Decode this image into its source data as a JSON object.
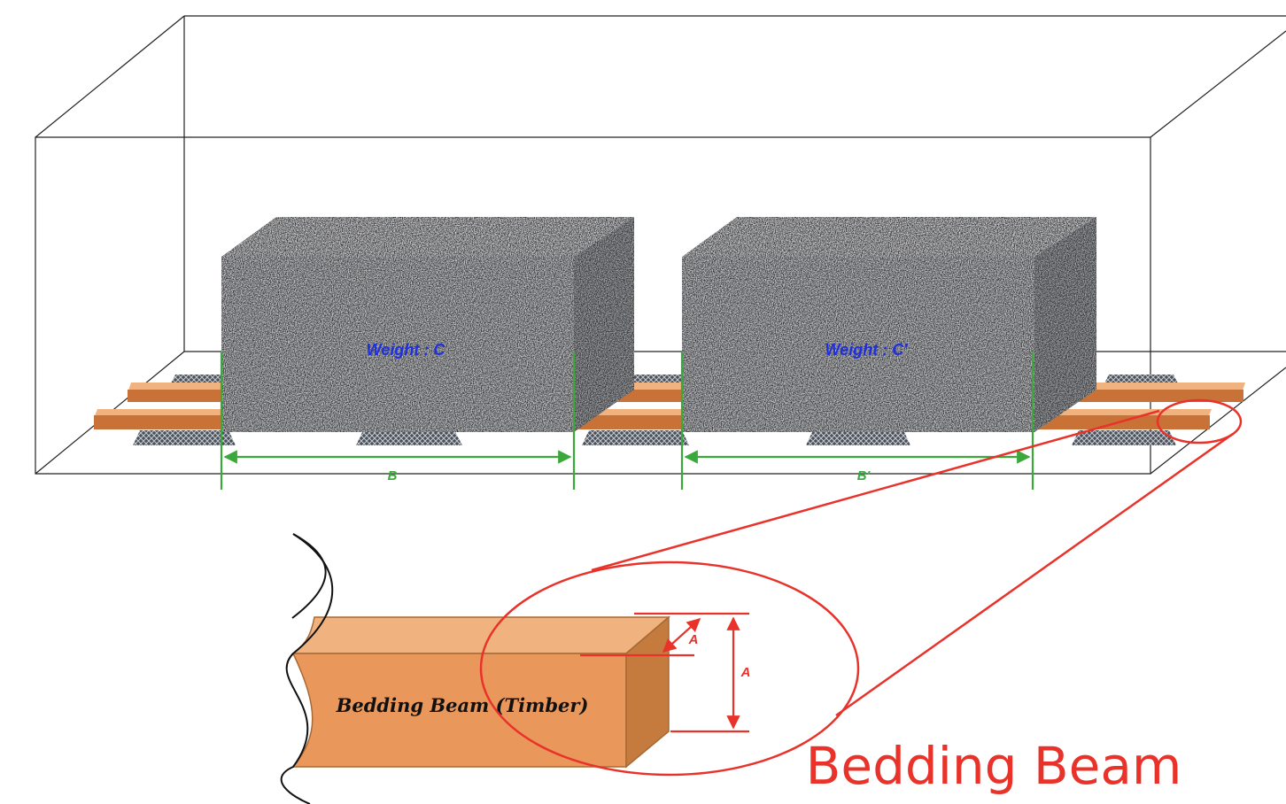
{
  "diagram": {
    "cargo": [
      {
        "weight_label": "Weight : C",
        "span_label": "B"
      },
      {
        "weight_label": "Weight : C'",
        "span_label": "B'"
      }
    ],
    "detail": {
      "beam_label": "Bedding Beam (Timber)",
      "depth_label": "A",
      "height_label": "A"
    },
    "title": "Bedding Beam"
  },
  "colors": {
    "timber": "#e9975a",
    "timber_top": "#f0b27f",
    "timber_side": "#c57a3e",
    "dimension_green": "#3aa83a",
    "callout_red": "#e8322a",
    "weight_blue": "#1f2fe0"
  }
}
